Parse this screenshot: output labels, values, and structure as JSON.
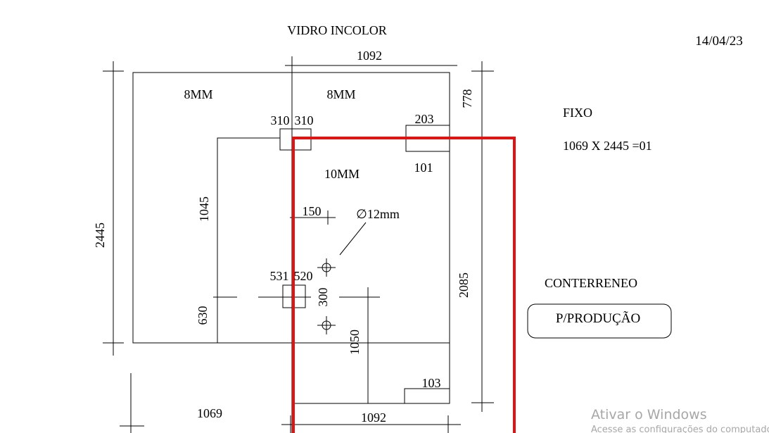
{
  "header": {
    "title": "VIDRO INCOLOR",
    "date": "14/04/23"
  },
  "panels": {
    "left_thickness": "8MM",
    "right_thickness": "8MM",
    "lower_thickness": "10MM"
  },
  "hole": {
    "diameter": "∅12mm"
  },
  "dimensions": {
    "top_width": "1092",
    "bottom_width": "1092",
    "bottom_left_width": "1069",
    "total_height": "2445",
    "upper_height": "778",
    "lower_height": "2085",
    "notch_left_height": "1045",
    "notch_left_bottom": "630",
    "cut_top_a": "310",
    "cut_top_b": "310",
    "cut_right_top": "203",
    "cut_right_bottom": "101",
    "offset_150": "150",
    "cut_mid_a": "531",
    "cut_mid_b": "520",
    "hole_spacing": "300",
    "hole_height": "1050",
    "corner_cut": "103"
  },
  "notes": {
    "type_label": "FIXO",
    "piece_spec": "1069 X 2445 =01",
    "subtitle": "CONTERRENEO",
    "status_badge": "P/PRODUÇÃO"
  },
  "watermark": {
    "title": "Ativar o Windows",
    "subtitle": "Acesse as configurações do computador"
  },
  "colors": {
    "highlight": "#e01313",
    "line": "#000000",
    "watermark": "#a7a7a7"
  }
}
